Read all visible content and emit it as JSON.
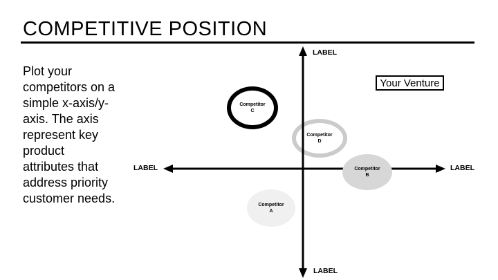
{
  "title": "COMPETITIVE POSITION",
  "description": "Plot your\ncompetitors on a\nsimple x-axis/y-\naxis. The axis\nrepresent key\nproduct\nattributes that\naddress priority\ncustomer needs.",
  "venture_box": {
    "label": "Your Venture"
  },
  "axes": {
    "top_label": "LABEL",
    "bottom_label": "LABEL",
    "left_label": "LABEL",
    "right_label": "LABEL"
  },
  "competitors": [
    {
      "name": "Competitor",
      "letter": "C",
      "style": "thick-black-outline",
      "position": "upper-left-quadrant"
    },
    {
      "name": "Competitor",
      "letter": "D",
      "style": "gray-outline",
      "position": "on-y-axis-upper"
    },
    {
      "name": "Competitor",
      "letter": "B",
      "style": "gray-filled",
      "position": "on-x-axis-right"
    },
    {
      "name": "Competitor",
      "letter": "A",
      "style": "light-gray-filled",
      "position": "lower-left-quadrant"
    }
  ],
  "colors": {
    "background": "#ffffff",
    "ink": "#000000",
    "gray_outline": "#cbcbcb",
    "gray_fill": "#d7d7d7",
    "light_gray_fill": "#f0f0f0"
  }
}
